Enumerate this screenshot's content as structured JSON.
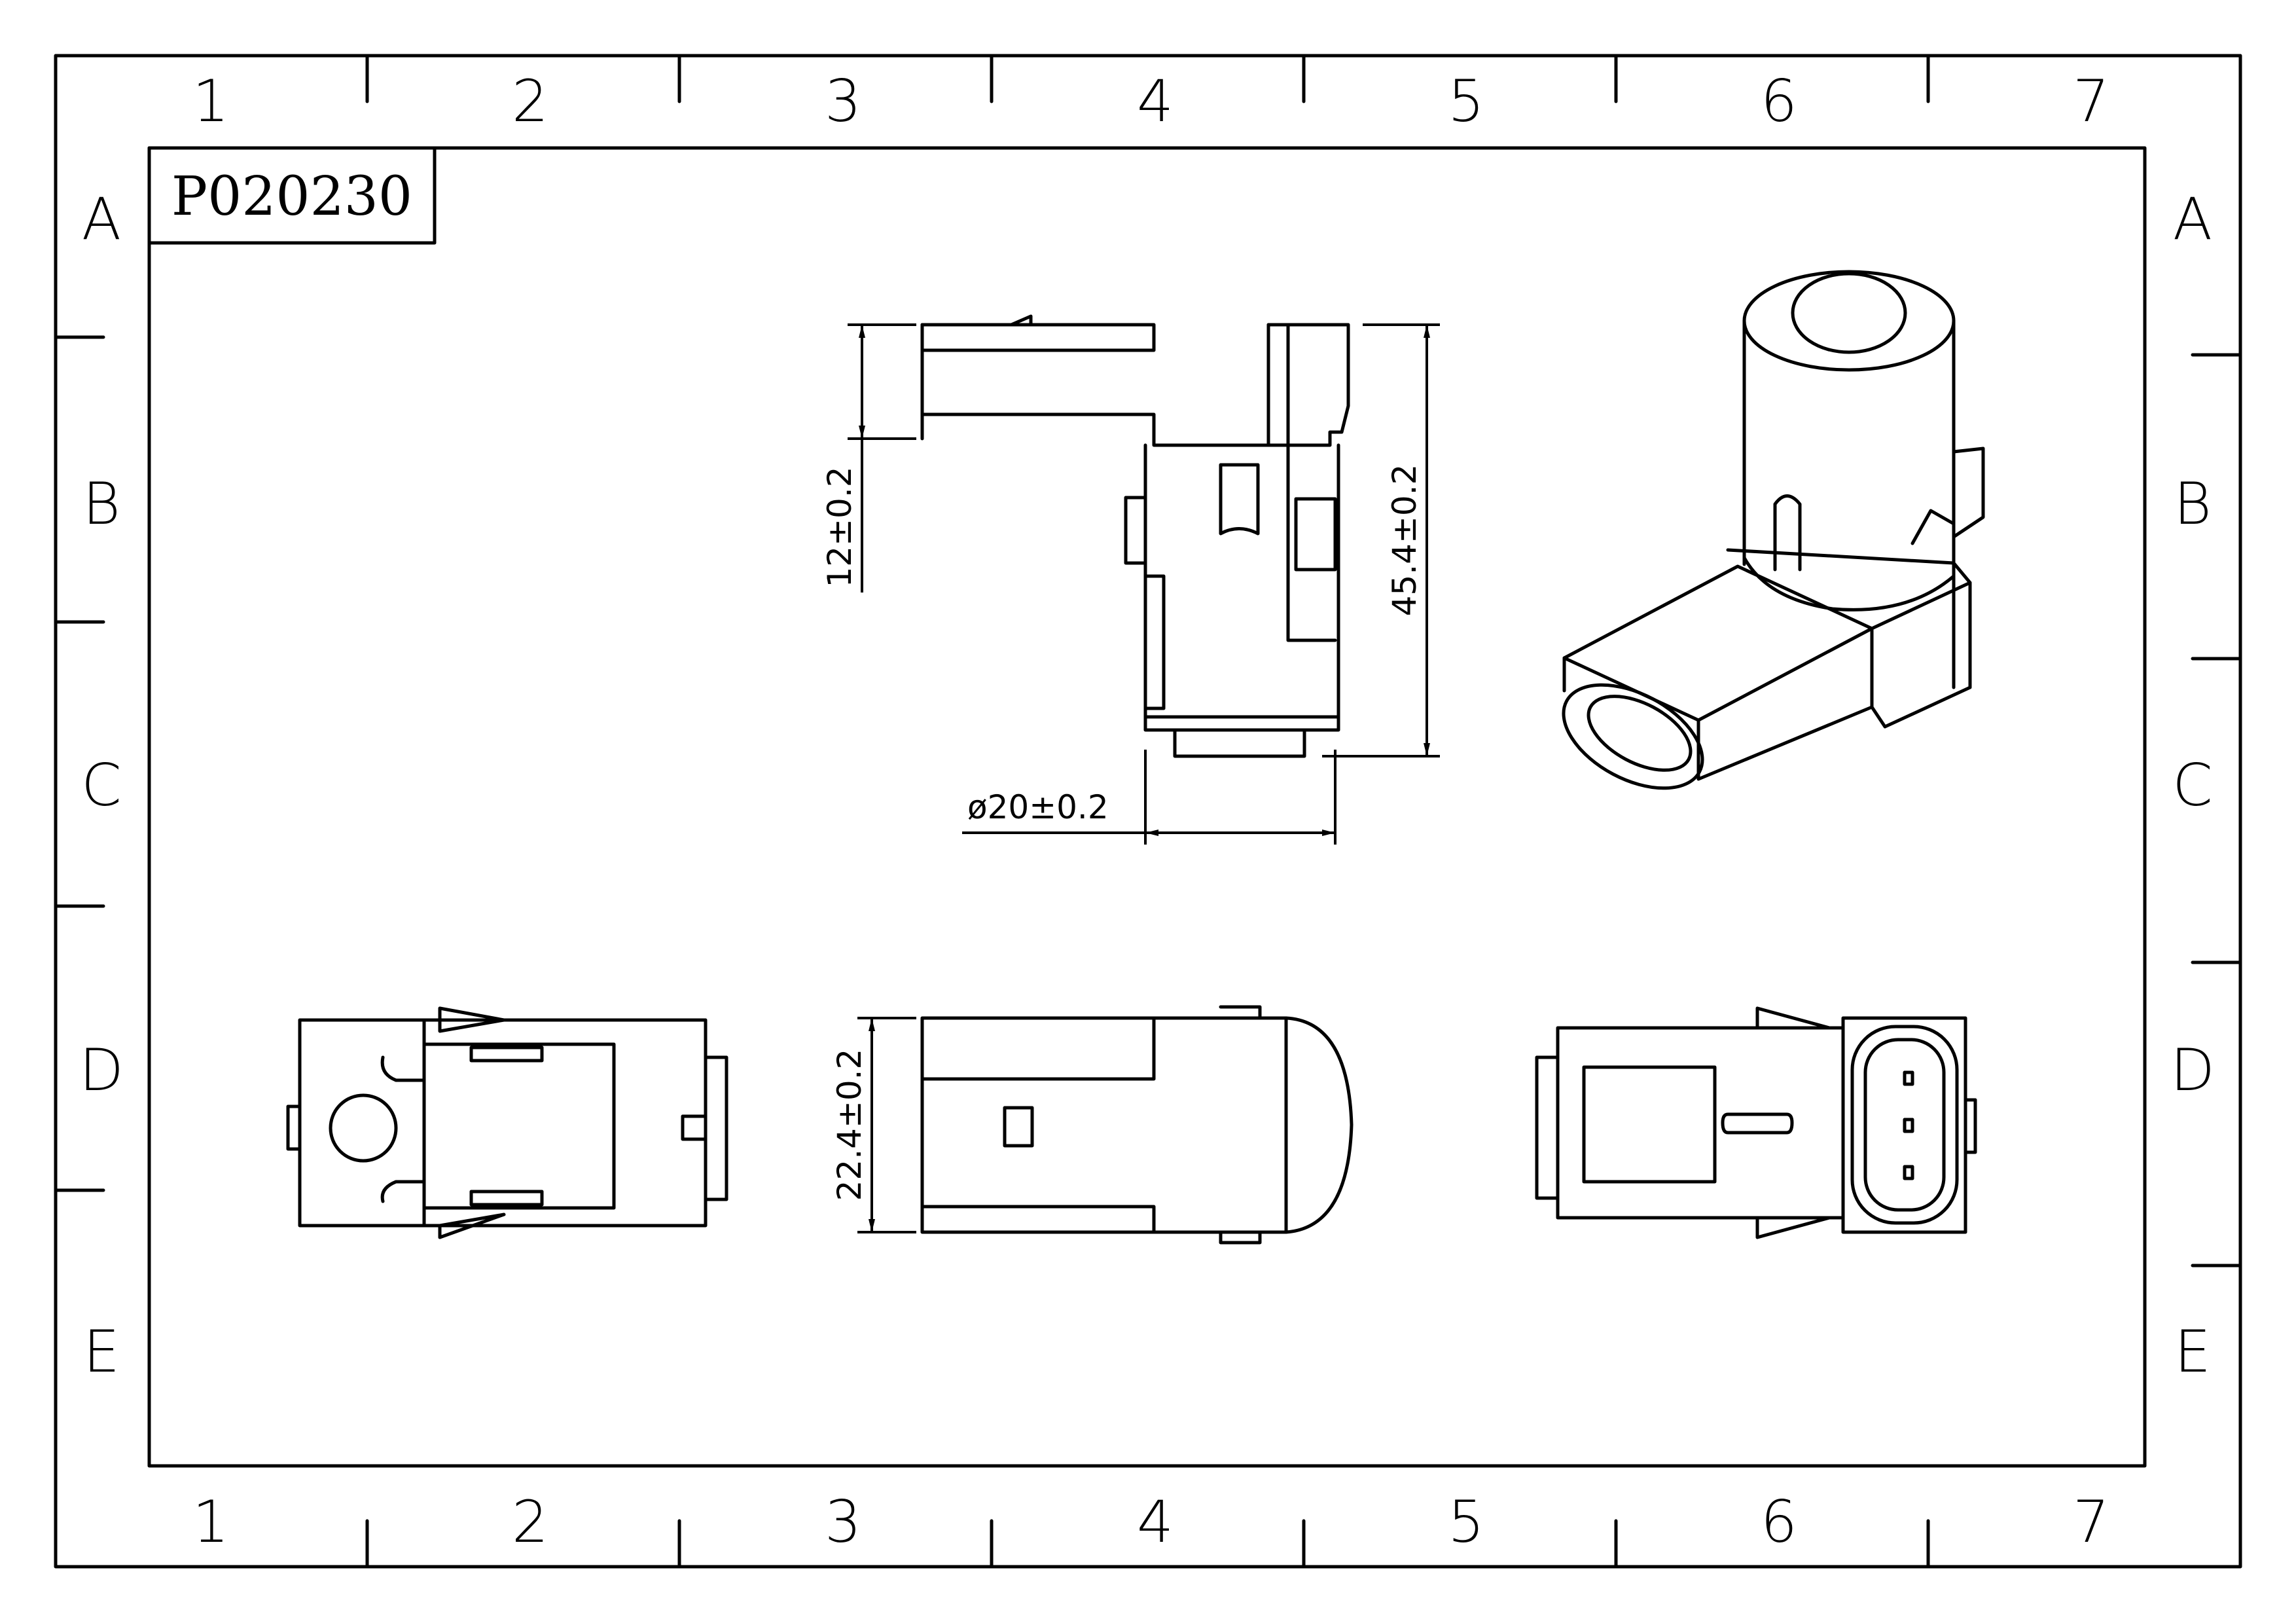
{
  "title_block": {
    "part_number": "P020230"
  },
  "border": {
    "columns": [
      "1",
      "2",
      "3",
      "4",
      "5",
      "6",
      "7"
    ],
    "rows": [
      "A",
      "B",
      "C",
      "D",
      "E"
    ]
  },
  "dimensions": {
    "plug_height": "12±0.2",
    "overall_height": "45.4±0.2",
    "diameter": "ø20±0.2",
    "plug_width": "22.4±0.2"
  }
}
